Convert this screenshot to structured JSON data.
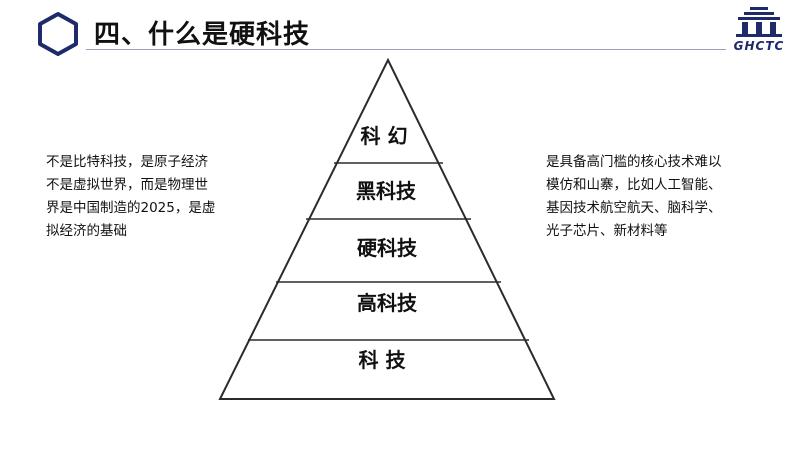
{
  "slide": {
    "title": "四、什么是硬科技",
    "logo_text": "GHCTC",
    "colors": {
      "accent": "#1f2a6b",
      "text": "#111111",
      "rule": "#9aa1b8",
      "pyramid_stroke": "#2b2b2b"
    }
  },
  "left_note": {
    "lines": [
      "不是比特科技，是原子经济",
      "不是虚拟世界，而是物理世",
      "界是中国制造的2025，是虚",
      "拟经济的基础"
    ]
  },
  "right_note": {
    "lines": [
      "是具备高门槛的核心技术难以",
      "模仿和山寨，比如人工智能、",
      "基因技术航空航天、脑科学、",
      "光子芯片、新材料等"
    ]
  },
  "pyramid": {
    "levels": [
      {
        "label": "科 幻"
      },
      {
        "label": "黑科技"
      },
      {
        "label": "硬科技"
      },
      {
        "label": "高科技"
      },
      {
        "label": "科 技"
      }
    ]
  }
}
